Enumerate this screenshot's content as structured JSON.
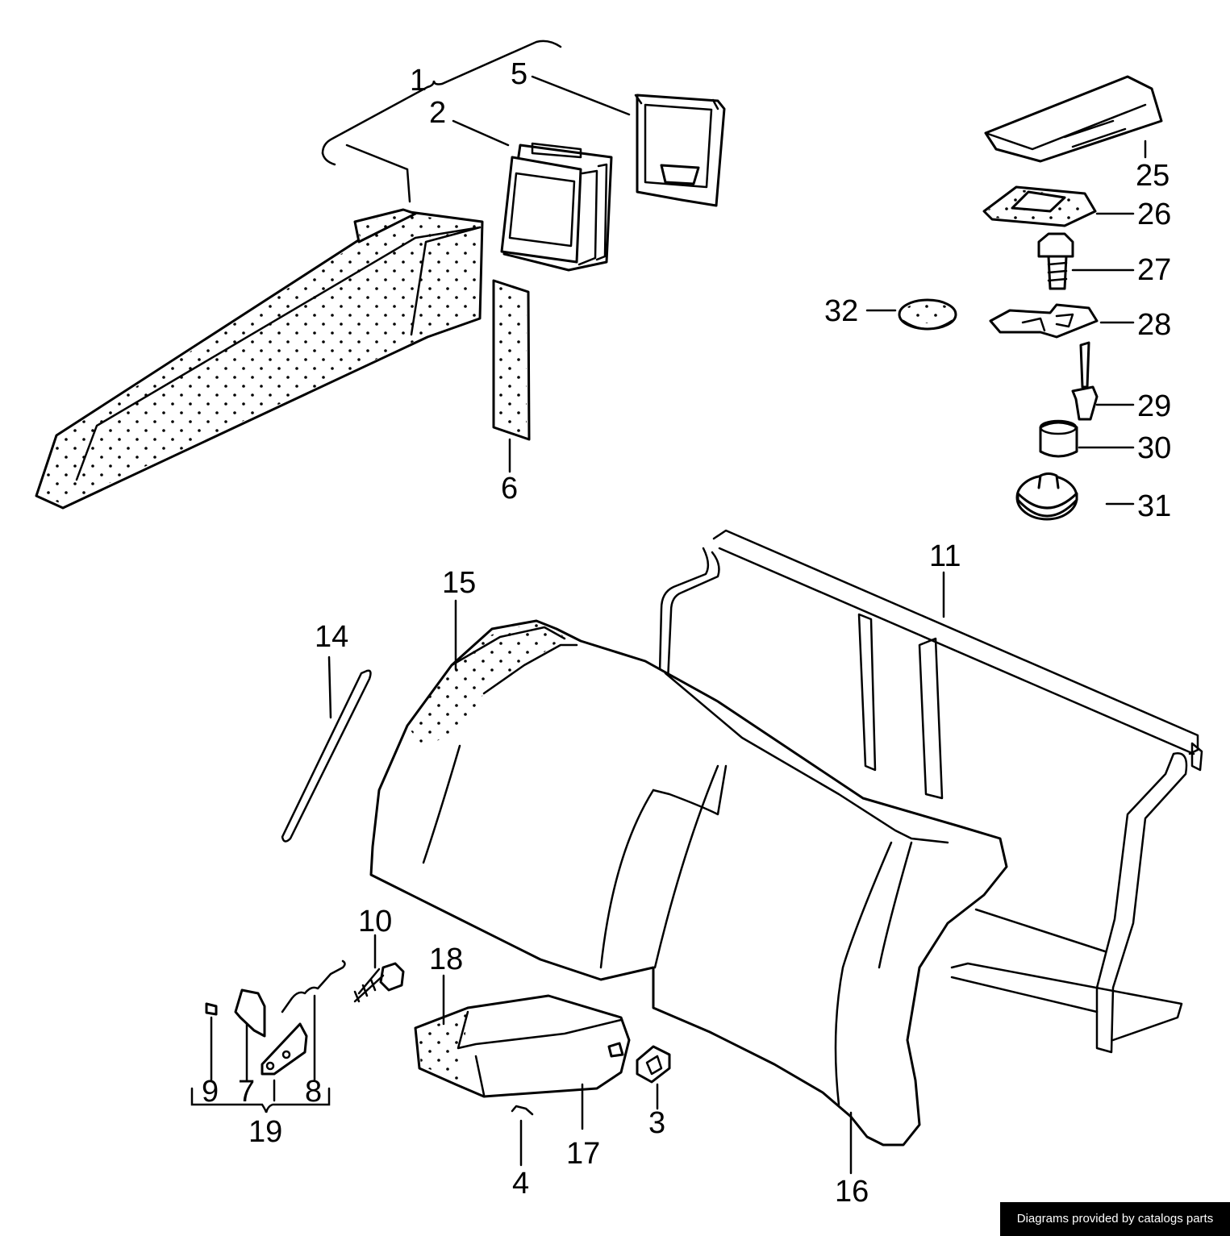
{
  "callouts": {
    "n1": "1",
    "n2": "2",
    "n3": "3",
    "n4": "4",
    "n5": "5",
    "n6": "6",
    "n7": "7",
    "n8": "8",
    "n9": "9",
    "n10": "10",
    "n11": "11",
    "n14": "14",
    "n15": "15",
    "n16": "16",
    "n17": "17",
    "n18": "18",
    "n19": "19",
    "n25": "25",
    "n26": "26",
    "n27": "27",
    "n28": "28",
    "n29": "29",
    "n30": "30",
    "n31": "31",
    "n32": "32"
  },
  "footer": {
    "credit": "Diagrams provided by catalogs parts"
  }
}
